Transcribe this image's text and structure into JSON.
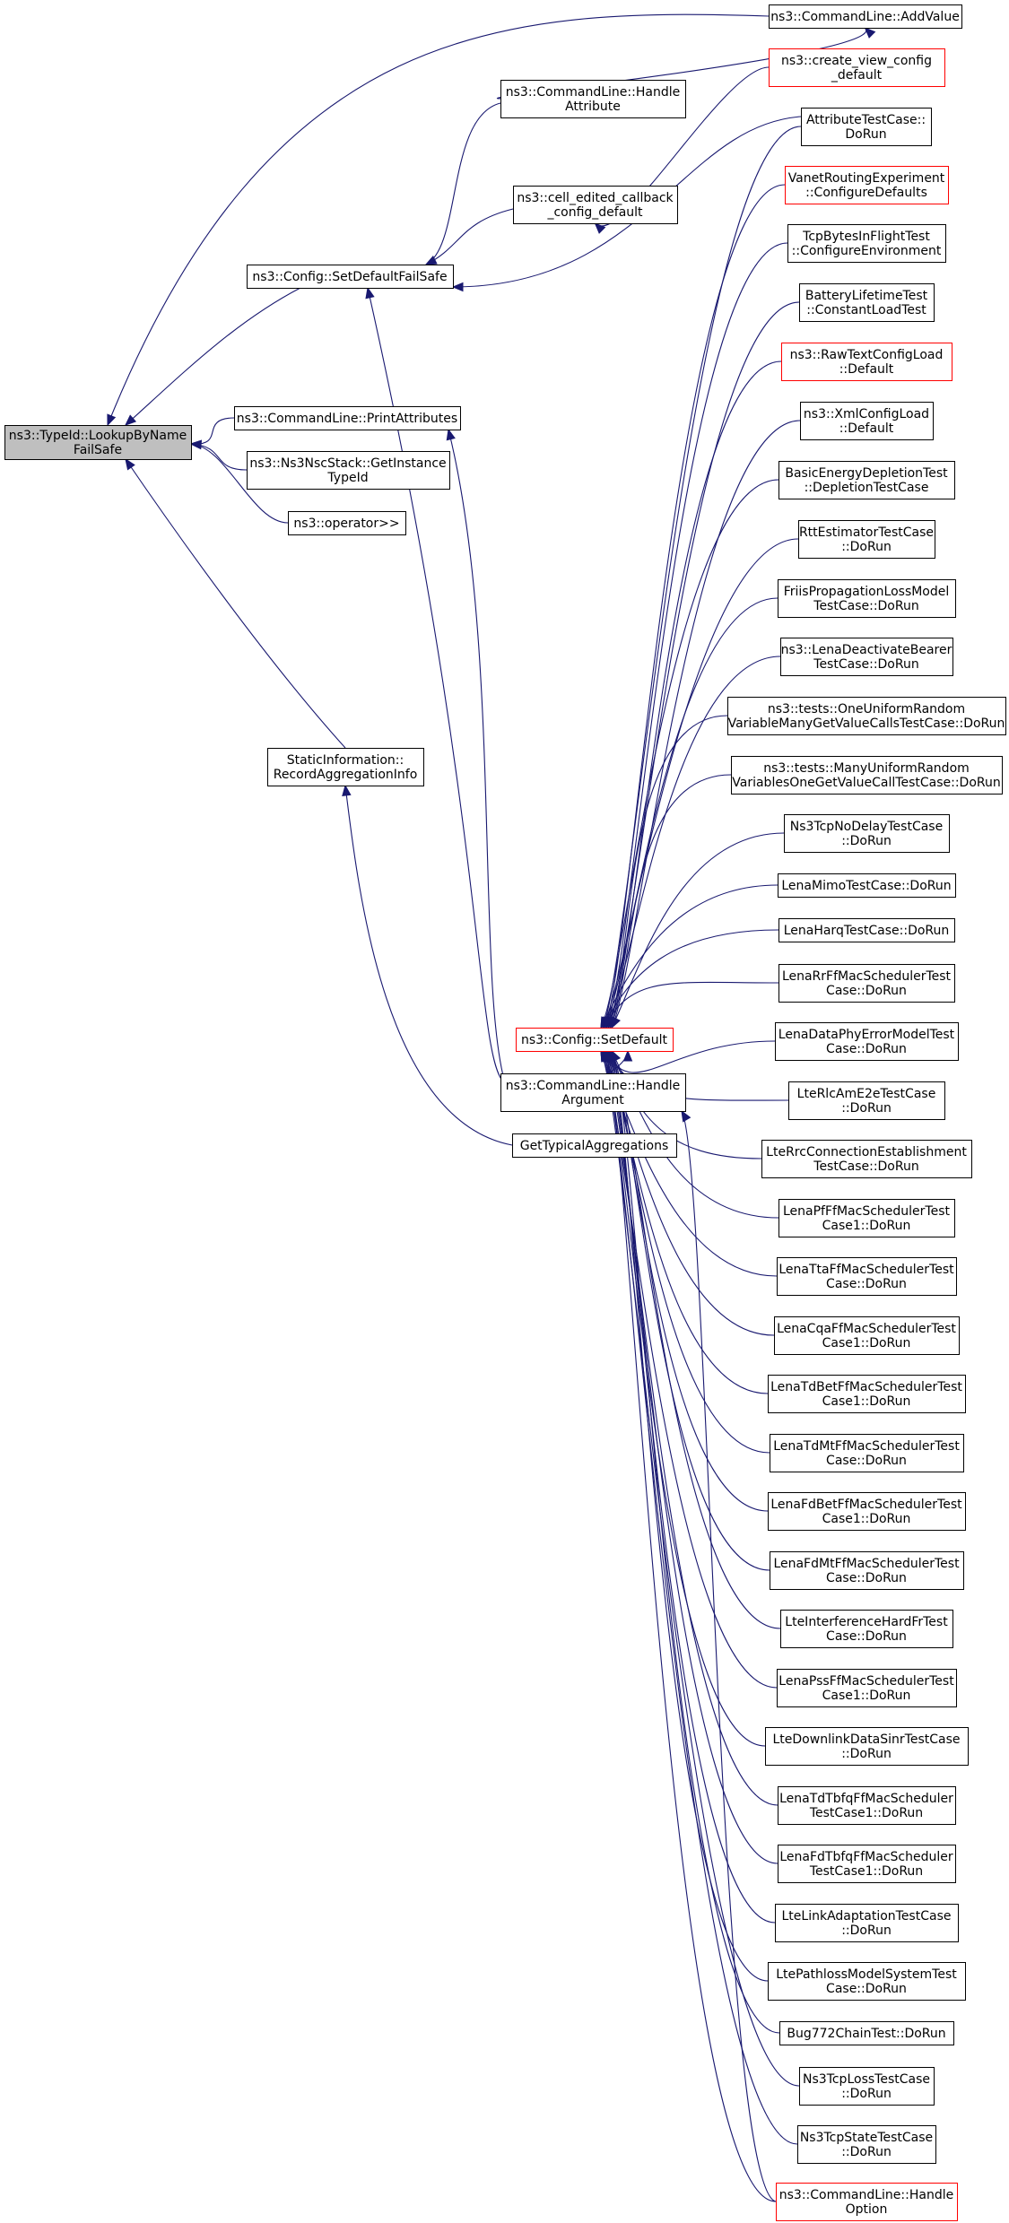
{
  "diagram": {
    "title": "",
    "colors": {
      "edge": "#191970",
      "node_border": "#000000",
      "linked_node_border": "#ff0000",
      "root_fill": "#bfbfbf",
      "node_fill": "#ffffff"
    },
    "nodes": [
      {
        "id": "root",
        "lines": [
          "ns3::TypeId::LookupByName",
          "FailSafe"
        ],
        "kind": "root"
      },
      {
        "id": "addvalue",
        "lines": [
          "ns3::CommandLine::AddValue"
        ],
        "kind": "normal"
      },
      {
        "id": "handleattr",
        "lines": [
          "ns3::CommandLine::Handle",
          "Attribute"
        ],
        "kind": "normal"
      },
      {
        "id": "createview",
        "lines": [
          "ns3::create_view_config",
          "_default"
        ],
        "kind": "linked"
      },
      {
        "id": "celledited",
        "lines": [
          "ns3::cell_edited_callback",
          "_config_default"
        ],
        "kind": "normal"
      },
      {
        "id": "setdefaultfs",
        "lines": [
          "ns3::Config::SetDefaultFailSafe"
        ],
        "kind": "normal"
      },
      {
        "id": "printattr",
        "lines": [
          "ns3::CommandLine::PrintAttributes"
        ],
        "kind": "normal"
      },
      {
        "id": "ns3nsc",
        "lines": [
          "ns3::Ns3NscStack::GetInstance",
          "TypeId"
        ],
        "kind": "normal"
      },
      {
        "id": "operator",
        "lines": [
          "ns3::operator>>"
        ],
        "kind": "normal"
      },
      {
        "id": "staticinfo",
        "lines": [
          "StaticInformation::",
          "RecordAggregationInfo"
        ],
        "kind": "normal"
      },
      {
        "id": "setdefault",
        "lines": [
          "ns3::Config::SetDefault"
        ],
        "kind": "linked"
      },
      {
        "id": "handlearg",
        "lines": [
          "ns3::CommandLine::Handle",
          "Argument"
        ],
        "kind": "normal"
      },
      {
        "id": "typicalagg",
        "lines": [
          "GetTypicalAggregations"
        ],
        "kind": "normal"
      },
      {
        "id": "attrtest",
        "lines": [
          "AttributeTestCase::",
          "DoRun"
        ],
        "kind": "normal"
      },
      {
        "id": "vanet",
        "lines": [
          "VanetRoutingExperiment",
          "::ConfigureDefaults"
        ],
        "kind": "linked"
      },
      {
        "id": "tcpbytes",
        "lines": [
          "TcpBytesInFlightTest",
          "::ConfigureEnvironment"
        ],
        "kind": "normal"
      },
      {
        "id": "battery",
        "lines": [
          "BatteryLifetimeTest",
          "::ConstantLoadTest"
        ],
        "kind": "normal"
      },
      {
        "id": "rawtext",
        "lines": [
          "ns3::RawTextConfigLoad",
          "::Default"
        ],
        "kind": "linked"
      },
      {
        "id": "xmlconfig",
        "lines": [
          "ns3::XmlConfigLoad",
          "::Default"
        ],
        "kind": "normal"
      },
      {
        "id": "basicenergy",
        "lines": [
          "BasicEnergyDepletionTest",
          "::DepletionTestCase"
        ],
        "kind": "normal"
      },
      {
        "id": "rttest",
        "lines": [
          "RttEstimatorTestCase",
          "::DoRun"
        ],
        "kind": "normal"
      },
      {
        "id": "friis",
        "lines": [
          "FriisPropagationLossModel",
          "TestCase::DoRun"
        ],
        "kind": "normal"
      },
      {
        "id": "lenadeact",
        "lines": [
          "ns3::LenaDeactivateBearer",
          "TestCase::DoRun"
        ],
        "kind": "normal"
      },
      {
        "id": "oneuniform",
        "lines": [
          "ns3::tests::OneUniformRandom",
          "VariableManyGetValueCallsTestCase::DoRun"
        ],
        "kind": "normal"
      },
      {
        "id": "manyuniform",
        "lines": [
          "ns3::tests::ManyUniformRandom",
          "VariablesOneGetValueCallTestCase::DoRun"
        ],
        "kind": "normal"
      },
      {
        "id": "tcpnodelay",
        "lines": [
          "Ns3TcpNoDelayTestCase",
          "::DoRun"
        ],
        "kind": "normal"
      },
      {
        "id": "lenamimo",
        "lines": [
          "LenaMimoTestCase::DoRun"
        ],
        "kind": "normal"
      },
      {
        "id": "lenaharq",
        "lines": [
          "LenaHarqTestCase::DoRun"
        ],
        "kind": "normal"
      },
      {
        "id": "lenarr",
        "lines": [
          "LenaRrFfMacSchedulerTest",
          "Case::DoRun"
        ],
        "kind": "normal"
      },
      {
        "id": "lenadataphy",
        "lines": [
          "LenaDataPhyErrorModelTest",
          "Case::DoRun"
        ],
        "kind": "normal"
      },
      {
        "id": "lterlc",
        "lines": [
          "LteRlcAmE2eTestCase",
          "::DoRun"
        ],
        "kind": "normal"
      },
      {
        "id": "lterrc",
        "lines": [
          "LteRrcConnectionEstablishment",
          "TestCase::DoRun"
        ],
        "kind": "normal"
      },
      {
        "id": "lenapf",
        "lines": [
          "LenaPfFfMacSchedulerTest",
          "Case1::DoRun"
        ],
        "kind": "normal"
      },
      {
        "id": "lenatta",
        "lines": [
          "LenaTtaFfMacSchedulerTest",
          "Case::DoRun"
        ],
        "kind": "normal"
      },
      {
        "id": "lenacqa",
        "lines": [
          "LenaCqaFfMacSchedulerTest",
          "Case1::DoRun"
        ],
        "kind": "normal"
      },
      {
        "id": "lenatdbet",
        "lines": [
          "LenaTdBetFfMacSchedulerTest",
          "Case1::DoRun"
        ],
        "kind": "normal"
      },
      {
        "id": "lenatdmt",
        "lines": [
          "LenaTdMtFfMacSchedulerTest",
          "Case::DoRun"
        ],
        "kind": "normal"
      },
      {
        "id": "lenafdbet",
        "lines": [
          "LenaFdBetFfMacSchedulerTest",
          "Case1::DoRun"
        ],
        "kind": "normal"
      },
      {
        "id": "lenafdmt",
        "lines": [
          "LenaFdMtFfMacSchedulerTest",
          "Case::DoRun"
        ],
        "kind": "normal"
      },
      {
        "id": "lteinterf",
        "lines": [
          "LteInterferenceHardFrTest",
          "Case::DoRun"
        ],
        "kind": "normal"
      },
      {
        "id": "lenapss",
        "lines": [
          "LenaPssFfMacSchedulerTest",
          "Case1::DoRun"
        ],
        "kind": "normal"
      },
      {
        "id": "ltedownlink",
        "lines": [
          "LteDownlinkDataSinrTestCase",
          "::DoRun"
        ],
        "kind": "normal"
      },
      {
        "id": "lenatdtbfq",
        "lines": [
          "LenaTdTbfqFfMacScheduler",
          "TestCase1::DoRun"
        ],
        "kind": "normal"
      },
      {
        "id": "lenafdtbfq",
        "lines": [
          "LenaFdTbfqFfMacScheduler",
          "TestCase1::DoRun"
        ],
        "kind": "normal"
      },
      {
        "id": "ltelink",
        "lines": [
          "LteLinkAdaptationTestCase",
          "::DoRun"
        ],
        "kind": "normal"
      },
      {
        "id": "ltepathloss",
        "lines": [
          "LtePathlossModelSystemTest",
          "Case::DoRun"
        ],
        "kind": "normal"
      },
      {
        "id": "bug772",
        "lines": [
          "Bug772ChainTest::DoRun"
        ],
        "kind": "normal"
      },
      {
        "id": "tcploss",
        "lines": [
          "Ns3TcpLossTestCase",
          "::DoRun"
        ],
        "kind": "normal"
      },
      {
        "id": "tcpstate",
        "lines": [
          "Ns3TcpStateTestCase",
          "::DoRun"
        ],
        "kind": "normal"
      },
      {
        "id": "handleopt",
        "lines": [
          "ns3::CommandLine::Handle",
          "Option"
        ],
        "kind": "linked"
      }
    ],
    "edges": [
      [
        "addvalue",
        "root"
      ],
      [
        "setdefaultfs",
        "root"
      ],
      [
        "printattr",
        "root"
      ],
      [
        "ns3nsc",
        "root"
      ],
      [
        "operator",
        "root"
      ],
      [
        "staticinfo",
        "root"
      ],
      [
        "handleattr",
        "setdefaultfs"
      ],
      [
        "celledited",
        "setdefaultfs"
      ],
      [
        "attrtest",
        "setdefaultfs"
      ],
      [
        "handlearg",
        "setdefaultfs"
      ],
      [
        "handleattr",
        "addvalue"
      ],
      [
        "createview",
        "celledited"
      ],
      [
        "handlearg",
        "printattr"
      ],
      [
        "typicalagg",
        "staticinfo"
      ],
      [
        "handlearg",
        "setdefault"
      ],
      [
        "attrtest",
        "setdefault"
      ],
      [
        "vanet",
        "setdefault"
      ],
      [
        "tcpbytes",
        "setdefault"
      ],
      [
        "battery",
        "setdefault"
      ],
      [
        "rawtext",
        "setdefault"
      ],
      [
        "xmlconfig",
        "setdefault"
      ],
      [
        "basicenergy",
        "setdefault"
      ],
      [
        "rttest",
        "setdefault"
      ],
      [
        "friis",
        "setdefault"
      ],
      [
        "lenadeact",
        "setdefault"
      ],
      [
        "oneuniform",
        "setdefault"
      ],
      [
        "manyuniform",
        "setdefault"
      ],
      [
        "tcpnodelay",
        "setdefault"
      ],
      [
        "lenamimo",
        "setdefault"
      ],
      [
        "lenaharq",
        "setdefault"
      ],
      [
        "lenarr",
        "setdefault"
      ],
      [
        "lenadataphy",
        "setdefault"
      ],
      [
        "lterlc",
        "setdefault"
      ],
      [
        "lterrc",
        "setdefault"
      ],
      [
        "lenapf",
        "setdefault"
      ],
      [
        "lenatta",
        "setdefault"
      ],
      [
        "lenacqa",
        "setdefault"
      ],
      [
        "lenatdbet",
        "setdefault"
      ],
      [
        "lenatdmt",
        "setdefault"
      ],
      [
        "lenafdbet",
        "setdefault"
      ],
      [
        "lenafdmt",
        "setdefault"
      ],
      [
        "lteinterf",
        "setdefault"
      ],
      [
        "lenapss",
        "setdefault"
      ],
      [
        "ltedownlink",
        "setdefault"
      ],
      [
        "lenatdtbfq",
        "setdefault"
      ],
      [
        "lenafdtbfq",
        "setdefault"
      ],
      [
        "ltelink",
        "setdefault"
      ],
      [
        "ltepathloss",
        "setdefault"
      ],
      [
        "bug772",
        "setdefault"
      ],
      [
        "tcploss",
        "setdefault"
      ],
      [
        "tcpstate",
        "setdefault"
      ],
      [
        "handleopt",
        "setdefault"
      ],
      [
        "handleopt",
        "handlearg"
      ]
    ]
  }
}
